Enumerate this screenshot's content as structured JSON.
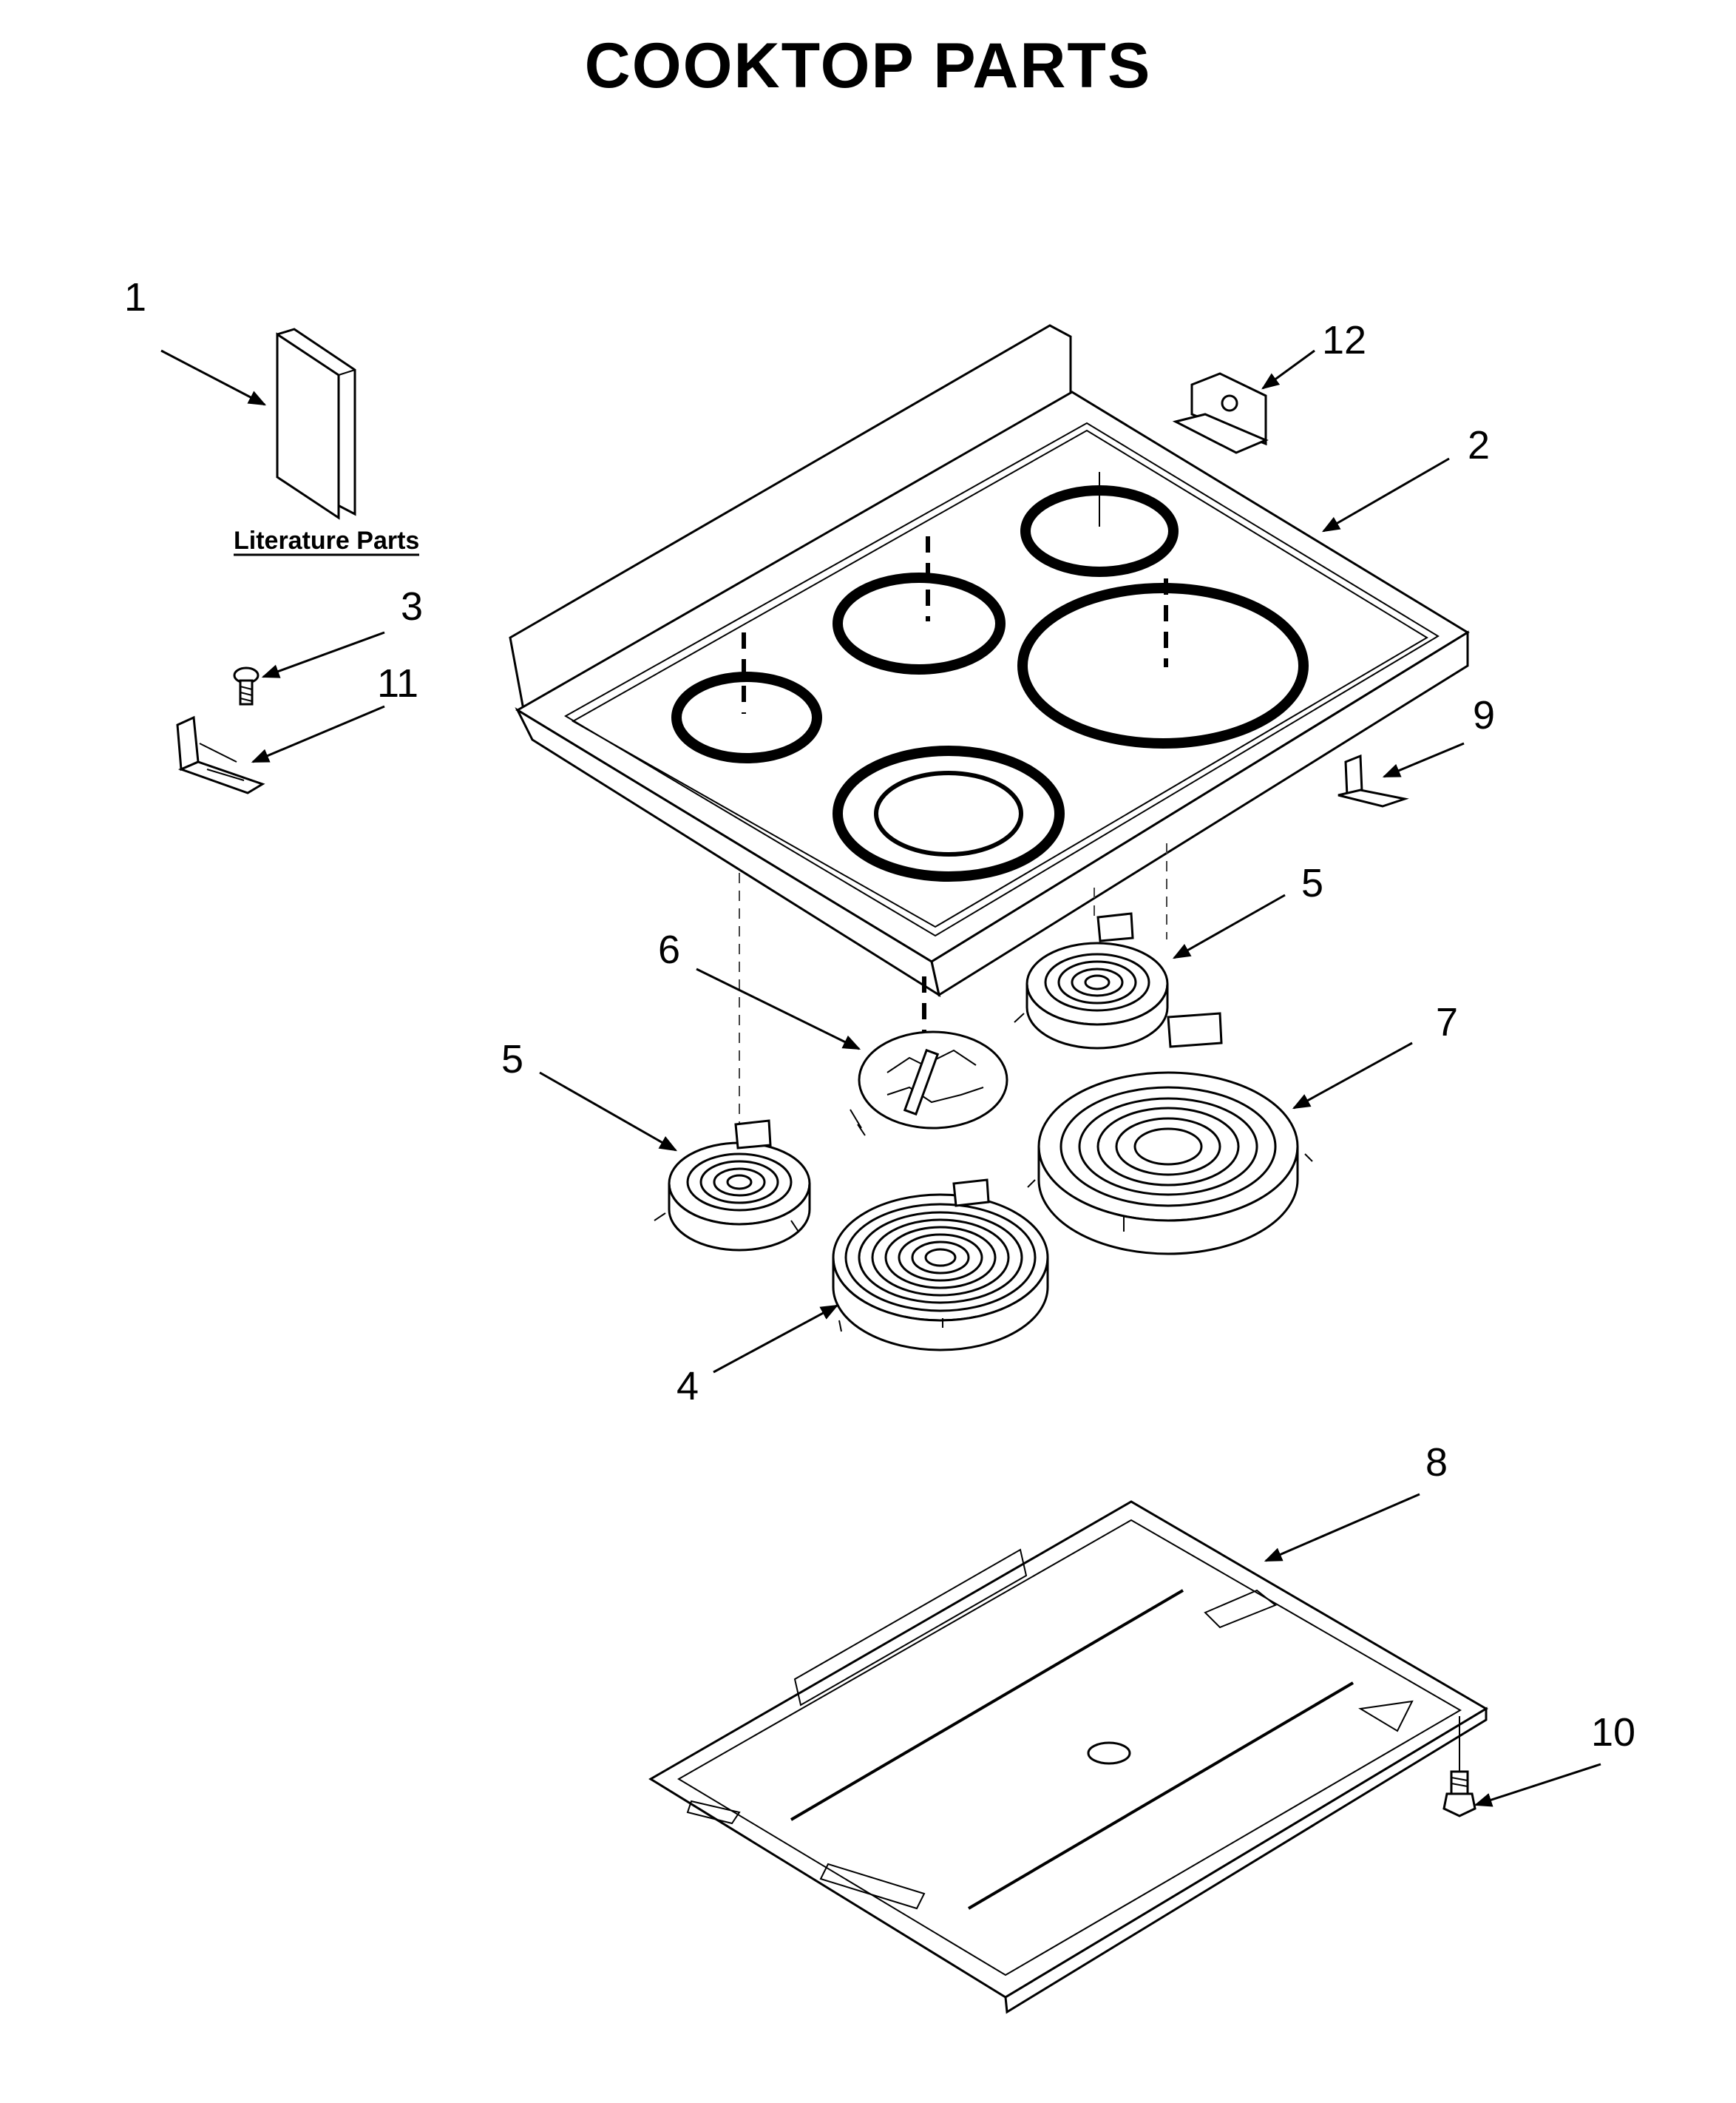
{
  "title": "COOKTOP PARTS",
  "literature_label": "Literature Parts",
  "callouts": {
    "c1": "1",
    "c2": "2",
    "c3": "3",
    "c4": "4",
    "c5a": "5",
    "c5b": "5",
    "c6": "6",
    "c7": "7",
    "c8": "8",
    "c9": "9",
    "c10": "10",
    "c11": "11",
    "c12": "12"
  }
}
